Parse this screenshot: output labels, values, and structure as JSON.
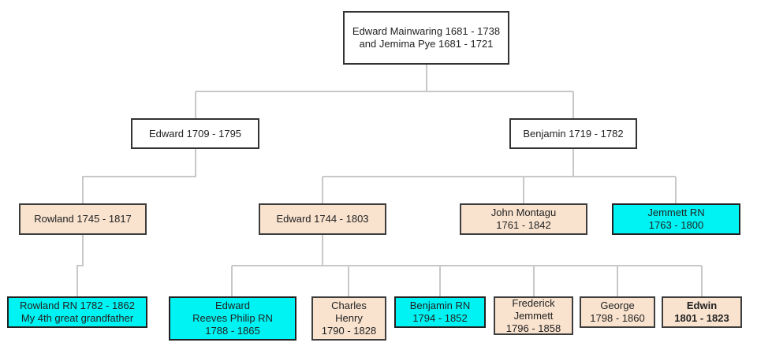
{
  "tree": {
    "root": {
      "line1": "Edward Mainwaring 1681 - 1738",
      "line2": "and Jemima Pye 1681 - 1721"
    },
    "gen2": [
      {
        "line1": "Edward 1709 - 1795"
      },
      {
        "line1": "Benjamin 1719 - 1782"
      }
    ],
    "gen3": [
      {
        "line1": "Rowland 1745 - 1817"
      },
      {
        "line1": "Edward 1744 - 1803"
      },
      {
        "line1": "John Montagu",
        "line2": "1761 - 1842"
      },
      {
        "line1": "Jemmett RN",
        "line2": "1763 - 1800"
      }
    ],
    "gen4": [
      {
        "line1": "Rowland RN 1782 - 1862",
        "line2": "My 4th great grandfather"
      },
      {
        "line1": "Edward",
        "line2": "Reeves Philip RN",
        "line3": "1788 - 1865"
      },
      {
        "line1": "Charles",
        "line2": "Henry",
        "line3": "1790 - 1828"
      },
      {
        "line1": "Benjamin RN",
        "line2": "1794 - 1852"
      },
      {
        "line1": "Frederick",
        "line2": "Jemmett",
        "line3": "1796 - 1858"
      },
      {
        "line1": "George",
        "line2": "1798 - 1860"
      },
      {
        "line1": "Edwin",
        "line2": "1801 - 1823"
      }
    ]
  },
  "colors": {
    "white_node": "#ffffff",
    "tan_node": "#f9e3cf",
    "cyan_node": "#00f3f3",
    "connector": "#c8c8c8"
  }
}
